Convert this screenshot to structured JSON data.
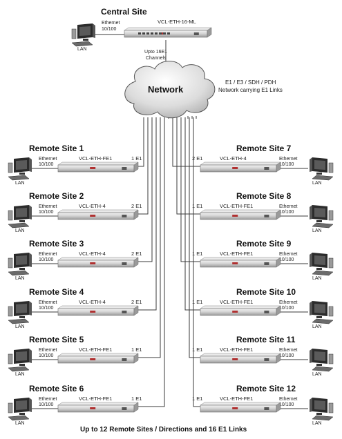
{
  "central": {
    "title": "Central Site",
    "device": "VCL-ETH-16-ML",
    "ethernet": "Ethernet",
    "speed": "10/100",
    "lan": "LAN",
    "uplink_1": "Upto 16E1",
    "uplink_2": "Channels"
  },
  "network": {
    "label": "Network",
    "note_1": "E1 / E3 / SDH / PDH",
    "note_2": "Network carrying E1 Links"
  },
  "left_sites": [
    {
      "name": "Remote Site 1",
      "device": "VCL-ETH-FE1",
      "links": "1 E1"
    },
    {
      "name": "Remote Site 2",
      "device": "VCL-ETH-4",
      "links": "2 E1"
    },
    {
      "name": "Remote Site 3",
      "device": "VCL-ETH-4",
      "links": "2 E1"
    },
    {
      "name": "Remote Site 4",
      "device": "VCL-ETH-4",
      "links": "2 E1"
    },
    {
      "name": "Remote Site 5",
      "device": "VCL-ETH-FE1",
      "links": "1 E1"
    },
    {
      "name": "Remote Site 6",
      "device": "VCL-ETH-FE1",
      "links": "1 E1"
    }
  ],
  "right_sites": [
    {
      "name": "Remote Site 7",
      "device": "VCL-ETH-4",
      "links": "2 E1"
    },
    {
      "name": "Remote Site 8",
      "device": "VCL-ETH-FE1",
      "links": "1 E1"
    },
    {
      "name": "Remote Site 9",
      "device": "VCL-ETH-FE1",
      "links": "1 E1"
    },
    {
      "name": "Remote Site 10",
      "device": "VCL-ETH-FE1",
      "links": "1 E1"
    },
    {
      "name": "Remote Site 11",
      "device": "VCL-ETH-FE1",
      "links": "1 E1"
    },
    {
      "name": "Remote Site 12",
      "device": "VCL-ETH-FE1",
      "links": "1 E1"
    }
  ],
  "common": {
    "ethernet": "Ethernet",
    "speed": "10/100",
    "lan": "LAN"
  },
  "caption": "Up to 12 Remote Sites / Directions and 16 E1 Links",
  "colors": {
    "line": "#3a3a3a",
    "device_body": "#d8d8d8",
    "device_dark": "#707070",
    "monitor": "#2b2b2b",
    "screen": "#1a1a1a",
    "cloud": "#e6e6e6"
  }
}
